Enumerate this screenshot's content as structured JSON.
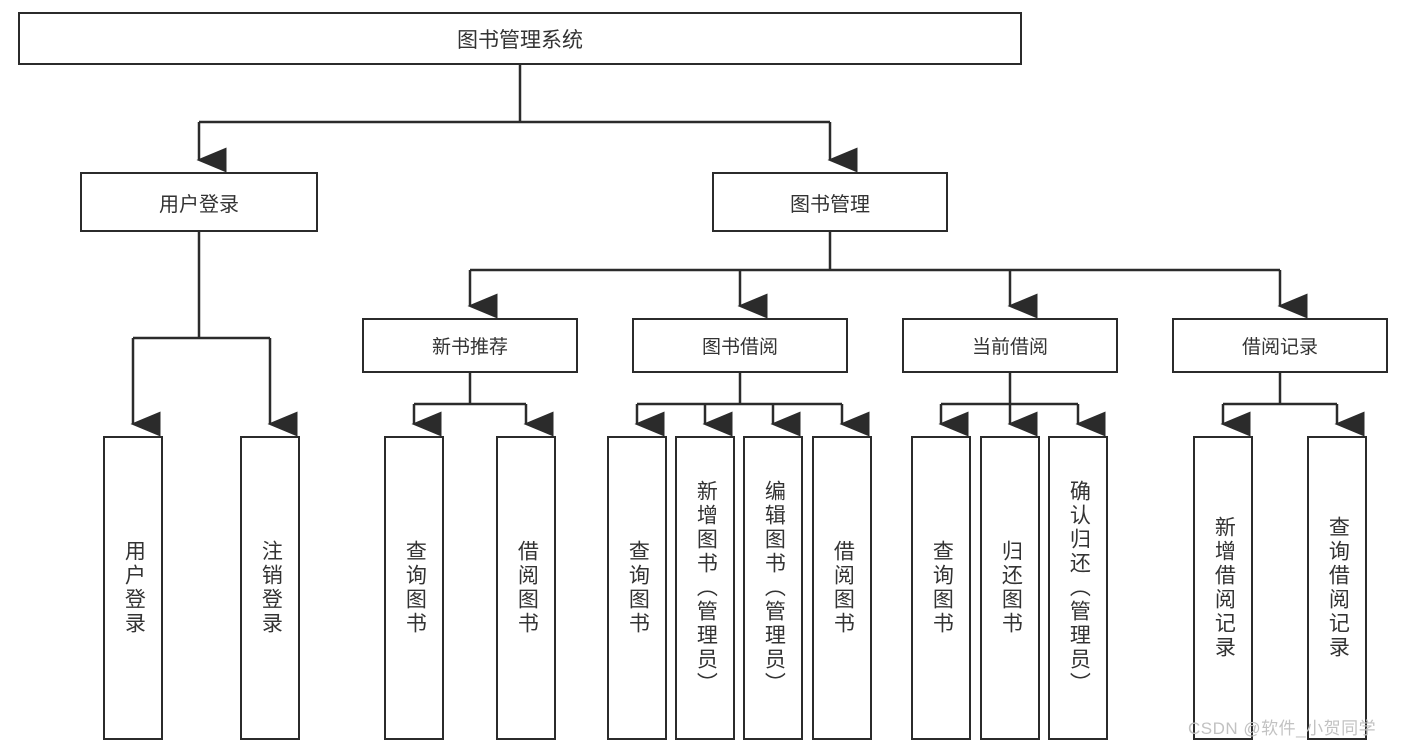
{
  "diagram": {
    "title": "图书管理系统",
    "root": {
      "label": "图书管理系统"
    },
    "level2": [
      {
        "label": "用户登录"
      },
      {
        "label": "图书管理"
      }
    ],
    "level3": [
      {
        "label": "新书推荐"
      },
      {
        "label": "图书借阅"
      },
      {
        "label": "当前借阅"
      },
      {
        "label": "借阅记录"
      }
    ],
    "leaves": [
      {
        "label": "用户登录"
      },
      {
        "label": "注销登录"
      },
      {
        "label": "查询图书"
      },
      {
        "label": "借阅图书"
      },
      {
        "label": "查询图书"
      },
      {
        "label": "新增图书（管理员）"
      },
      {
        "label": "编辑图书（管理员）"
      },
      {
        "label": "借阅图书"
      },
      {
        "label": "查询图书"
      },
      {
        "label": "归还图书"
      },
      {
        "label": "确认归还（管理员）"
      },
      {
        "label": "新增借阅记录"
      },
      {
        "label": "查询借阅记录"
      }
    ]
  },
  "watermark": {
    "text": "CSDN @软件_小贺同学"
  },
  "colors": {
    "border": "#2b2b2b",
    "text": "#333333",
    "background": "#ffffff",
    "watermark": "#c2c2c2"
  }
}
